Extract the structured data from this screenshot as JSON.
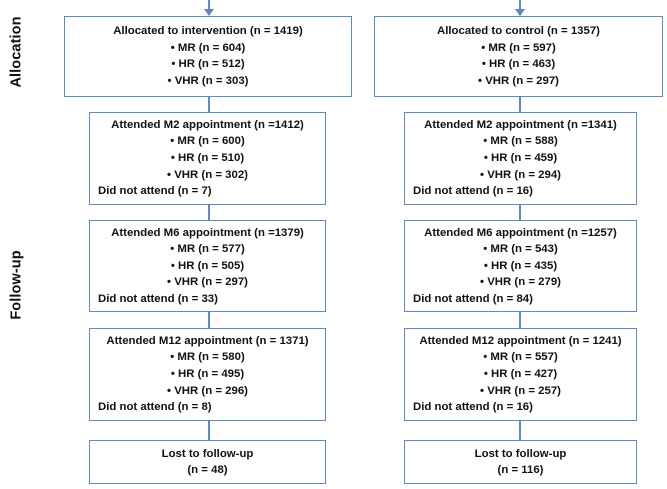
{
  "figure": {
    "title": "CONSORT-style participant flow diagram",
    "border_color": "#5b8ac6",
    "text_color": "#111111",
    "background": "#ffffff"
  },
  "stage_labels": [
    {
      "id": "allocation",
      "text": "Allocation"
    },
    {
      "id": "follow-up",
      "text": "Follow-up"
    }
  ],
  "columns": [
    {
      "id": "intervention",
      "nodes": [
        {
          "id": "alloc-intervention",
          "head": "Allocated to intervention (n = 1419)",
          "bullets": [
            "MR (n = 604)",
            "HR (n = 512)",
            "VHR (n = 303)"
          ],
          "foot": ""
        },
        {
          "id": "m2-intervention",
          "head": "Attended M2 appointment (n =1412)",
          "bullets": [
            "MR (n = 600)",
            "HR (n = 510)",
            "VHR (n = 302)"
          ],
          "foot": "Did not attend (n = 7)"
        },
        {
          "id": "m6-intervention",
          "head": "Attended M6 appointment (n =1379)",
          "bullets": [
            "MR (n = 577)",
            "HR (n = 505)",
            "VHR (n = 297)"
          ],
          "foot": "Did not attend (n = 33)"
        },
        {
          "id": "m12-intervention",
          "head": "Attended M12 appointment (n = 1371)",
          "bullets": [
            "MR (n = 580)",
            "HR (n = 495)",
            "VHR (n = 296)"
          ],
          "foot": "Did not attend (n = 8)"
        },
        {
          "id": "lost-intervention",
          "head": "Lost to follow-up",
          "sub": "(n = 48)",
          "bullets": [],
          "foot": ""
        }
      ]
    },
    {
      "id": "control",
      "nodes": [
        {
          "id": "alloc-control",
          "head": "Allocated to control (n = 1357)",
          "bullets": [
            "MR (n = 597)",
            "HR (n = 463)",
            "VHR (n = 297)"
          ],
          "foot": ""
        },
        {
          "id": "m2-control",
          "head": "Attended M2 appointment (n =1341)",
          "bullets": [
            "MR (n = 588)",
            "HR (n = 459)",
            "VHR (n = 294)"
          ],
          "foot": "Did not attend (n = 16)"
        },
        {
          "id": "m6-control",
          "head": "Attended M6 appointment (n =1257)",
          "bullets": [
            "MR (n = 543)",
            "HR (n = 435)",
            "VHR (n = 279)"
          ],
          "foot": "Did not attend (n = 84)"
        },
        {
          "id": "m12-control",
          "head": "Attended M12 appointment (n = 1241)",
          "bullets": [
            "MR (n = 557)",
            "HR (n = 427)",
            "VHR (n = 257)"
          ],
          "foot": "Did not attend (n = 16)"
        },
        {
          "id": "lost-control",
          "head": "Lost to follow-up",
          "sub": "(n = 116)",
          "bullets": [],
          "foot": ""
        }
      ]
    }
  ]
}
